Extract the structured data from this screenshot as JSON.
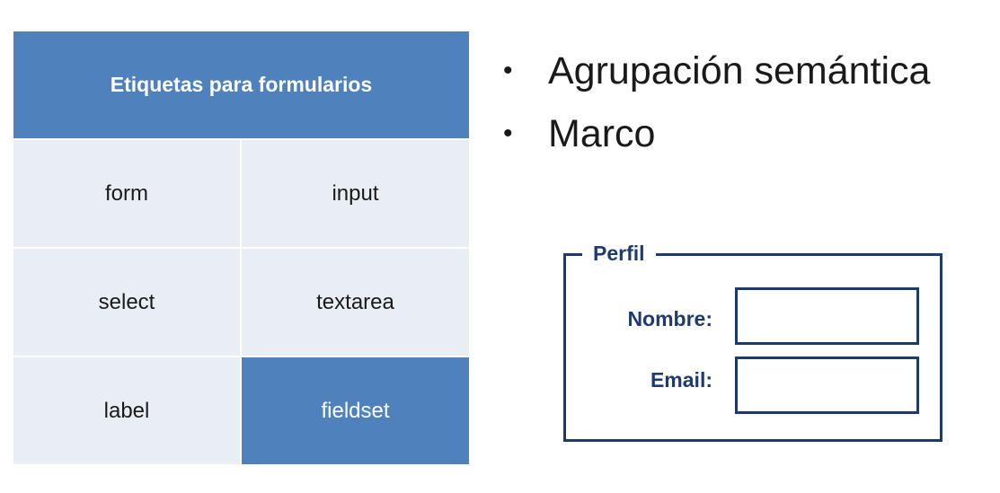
{
  "table": {
    "header": "Etiquetas para formularios",
    "rows": [
      [
        "form",
        "input"
      ],
      [
        "select",
        "textarea"
      ],
      [
        "label",
        "fieldset"
      ]
    ]
  },
  "bullets": [
    "Agrupación semántica",
    "Marco"
  ],
  "fieldset_example": {
    "legend": "Perfil",
    "fields": [
      {
        "label": "Nombre:",
        "value": ""
      },
      {
        "label": "Email:",
        "value": ""
      }
    ]
  },
  "colors": {
    "accent": "#4f81bd",
    "cell_background": "#e9edf4",
    "fieldset_border": "#1f3b6e"
  }
}
